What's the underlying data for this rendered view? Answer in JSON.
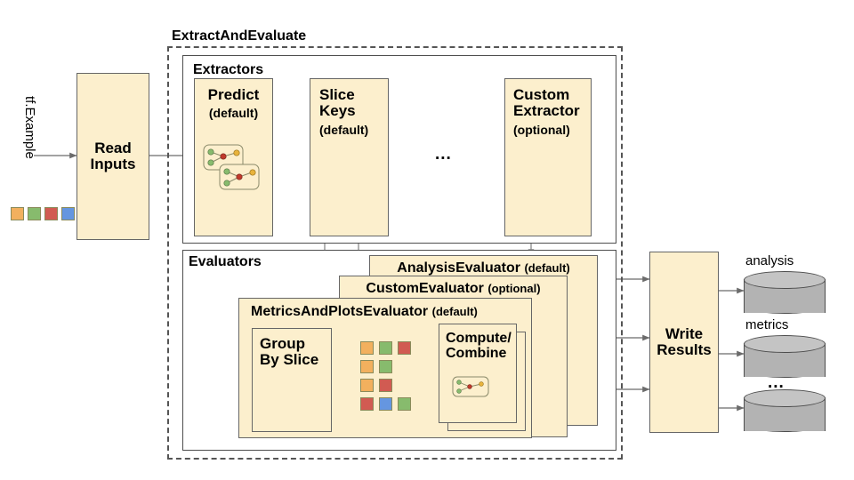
{
  "diagram": {
    "title": "TensorFlow Model Analysis ExtractAndEvaluate pipeline",
    "colors": {
      "box_fill": "#fcefcd",
      "box_stroke": "#666666",
      "panel_stroke": "#4d4d4d",
      "dashed_stroke": "#555555",
      "arrow": "#666666",
      "cylinder": "#b3b3b3",
      "chip_orange": "#f2b05e",
      "chip_green": "#87bb6d",
      "chip_red": "#d15b52",
      "chip_blue": "#6596e0"
    }
  },
  "input": {
    "stream_label": "tf.Example",
    "chips": [
      "chip_orange",
      "chip_green",
      "chip_red",
      "chip_blue"
    ]
  },
  "read_inputs": {
    "title": "Read\nInputs",
    "line1": "Read",
    "line2": "Inputs"
  },
  "extract_and_evaluate": {
    "label": "ExtractAndEvaluate"
  },
  "extractors": {
    "label": "Extractors",
    "ellipsis": "...",
    "items": [
      {
        "name": "Predict",
        "qualifier": "(default)",
        "has_glyph": true
      },
      {
        "name_line1": "Slice",
        "name_line2": "Keys",
        "name": "Slice Keys",
        "qualifier": "(default)",
        "has_glyph": false
      },
      {
        "name_line1": "Custom",
        "name_line2": "Extractor",
        "name": "Custom Extractor",
        "qualifier": "(optional)",
        "has_glyph": false
      }
    ]
  },
  "evaluators": {
    "label": "Evaluators",
    "stack": [
      {
        "name": "AnalysisEvaluator",
        "qualifier": "(default)"
      },
      {
        "name": "CustomEvaluator",
        "qualifier": "(optional)"
      },
      {
        "name": "MetricsAndPlotsEvaluator",
        "qualifier": "(default)"
      }
    ],
    "group_by_slice": {
      "line1": "Group",
      "line2": "By Slice",
      "name": "Group By Slice"
    },
    "compute_combine": {
      "line1": "Compute/",
      "line2": "Combine",
      "name": "Compute/Combine"
    },
    "slice_chip_rows": [
      [
        "chip_orange",
        "chip_green",
        "chip_red"
      ],
      [
        "chip_orange",
        "chip_green"
      ],
      [
        "chip_orange",
        "chip_red"
      ],
      [
        "chip_red",
        "chip_blue",
        "chip_green"
      ]
    ]
  },
  "write_results": {
    "line1": "Write",
    "line2": "Results",
    "name": "Write Results"
  },
  "outputs": {
    "items": [
      {
        "label": "analysis"
      },
      {
        "label": "metrics"
      },
      {
        "label": "..."
      }
    ]
  }
}
